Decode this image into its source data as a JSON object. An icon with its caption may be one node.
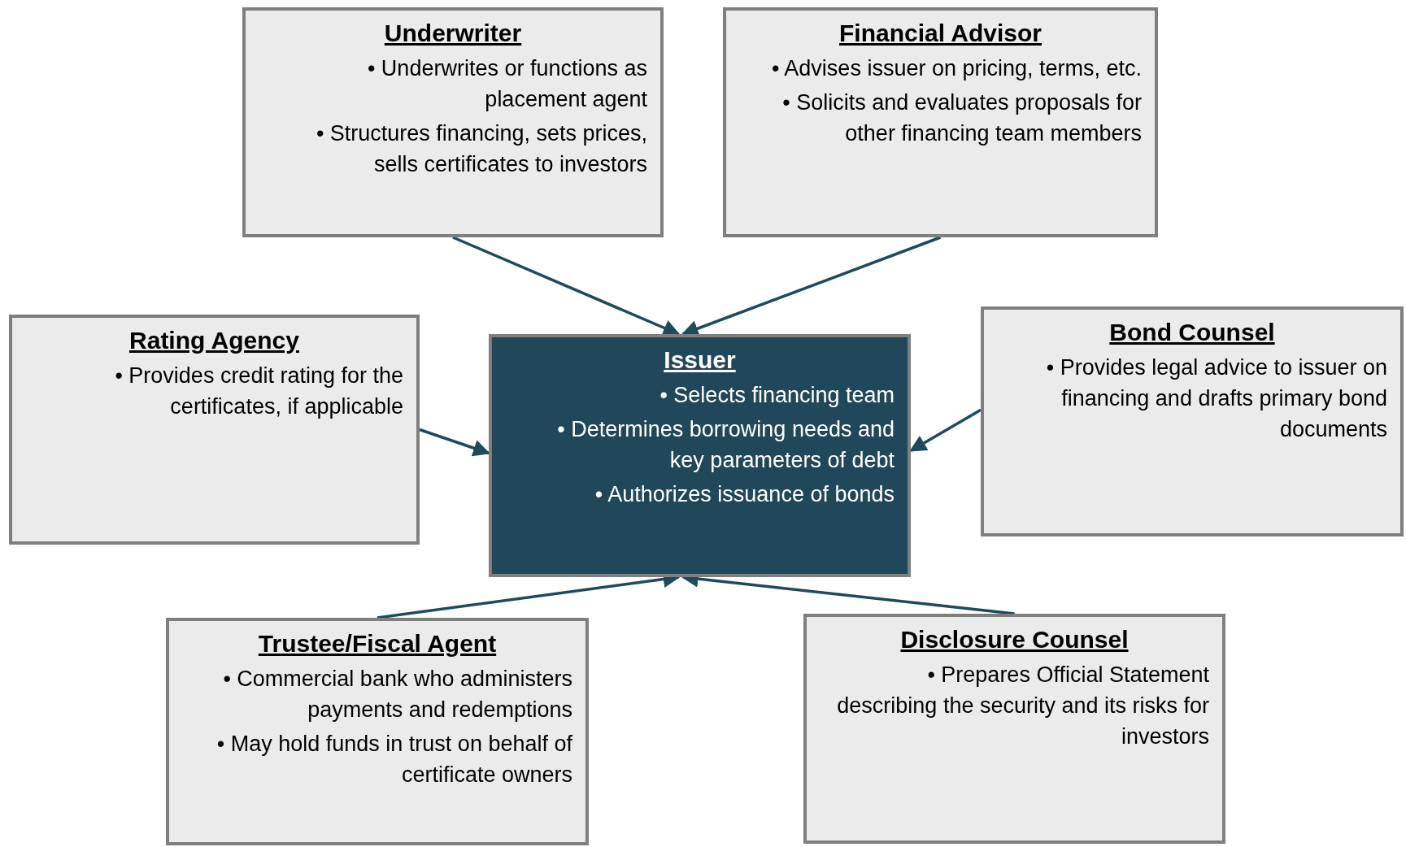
{
  "diagram": {
    "nodes": [
      {
        "text": [
          "Underwriter",
          "• Underwrites or functions as placement agent",
          "• Structures financing, sets prices, sells certificates to investors"
        ]
      },
      {
        "text": [
          "Financial Advisor",
          "• Advises issuer on pricing, terms, etc.",
          "• Solicits and evaluates proposals for other financing team members"
        ]
      },
      {
        "text": [
          "Rating Agency",
          "• Provides credit rating for the certificates, if applicable"
        ]
      },
      {
        "text": [
          "Issuer",
          "• Selects financing team",
          "• Determines borrowing needs and key parameters of debt",
          "• Authorizes issuance of bonds"
        ]
      },
      {
        "text": [
          "Bond Counsel",
          "• Provides legal advice to issuer on financing and drafts primary bond documents"
        ]
      },
      {
        "text": [
          "Trustee/Fiscal Agent",
          "• Commercial bank who administers payments and redemptions",
          "• May hold funds in trust on behalf of certificate owners"
        ]
      },
      {
        "text": [
          "Disclosure Counsel",
          "• Prepares Official Statement describing the security and its risks for investors"
        ]
      }
    ],
    "edges": [
      {
        "from": 0,
        "to": 3,
        "arrow": "to"
      },
      {
        "from": 1,
        "to": 3,
        "arrow": "to"
      },
      {
        "from": 2,
        "to": 3,
        "arrow": "to"
      },
      {
        "from": 4,
        "to": 3,
        "arrow": "to"
      },
      {
        "from": 5,
        "to": 3,
        "arrow": "to"
      },
      {
        "from": 6,
        "to": 3,
        "arrow": "to"
      }
    ]
  }
}
